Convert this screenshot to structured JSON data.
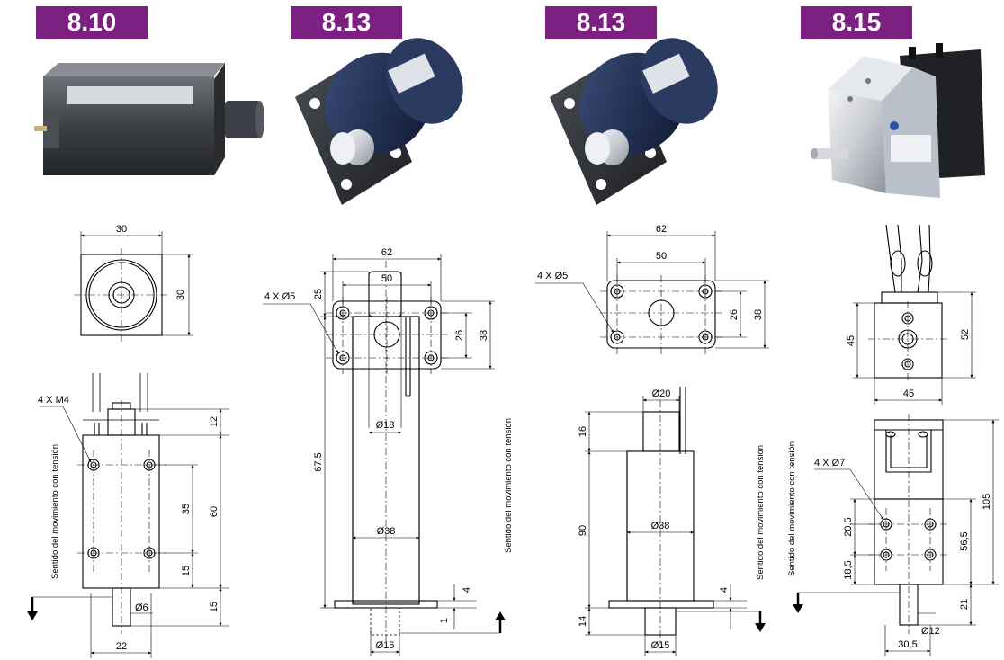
{
  "models": [
    {
      "code": "8.10"
    },
    {
      "code": "8.13"
    },
    {
      "code": "8.13"
    },
    {
      "code": "8.15"
    }
  ],
  "colors": {
    "badge": "#7b1f80",
    "badge_text": "#ffffff"
  },
  "d810": {
    "w30": "30",
    "h30": "30",
    "thread": "4 X M4",
    "d12": "12",
    "d60": "60",
    "d35": "35",
    "d15a": "15",
    "d15b": "15",
    "dia6": "Ø6",
    "d22": "22",
    "side": "Sentido del movimiento con tensión"
  },
  "d813a": {
    "w62": "62",
    "w50": "50",
    "holes": "4 X Ø5",
    "h26": "26",
    "h38": "38",
    "dia18": "Ø18",
    "h25": "25",
    "h675": "67,5",
    "dia38": "Ø38",
    "h4": "4",
    "h1": "1",
    "dia15": "Ø15",
    "side": "Sentido del movimiento con tensión"
  },
  "d813b": {
    "w62": "62",
    "w50": "50",
    "holes": "4 X Ø5",
    "h26": "26",
    "h38": "38",
    "dia20": "Ø20",
    "h16": "16",
    "h90": "90",
    "dia38": "Ø38",
    "h4": "4",
    "h14": "14",
    "dia15": "Ø15",
    "side": "Sentido del movimiento con tensión"
  },
  "d815": {
    "h45": "45",
    "h52": "52",
    "w45": "45",
    "holes": "4 X Ø7",
    "h105": "105",
    "h205": "20,5",
    "h565": "56,5",
    "h185": "18,5",
    "h21": "21",
    "dia12": "Ø12",
    "w305": "30,5",
    "side": "Sentido del movimiento con tensión"
  }
}
